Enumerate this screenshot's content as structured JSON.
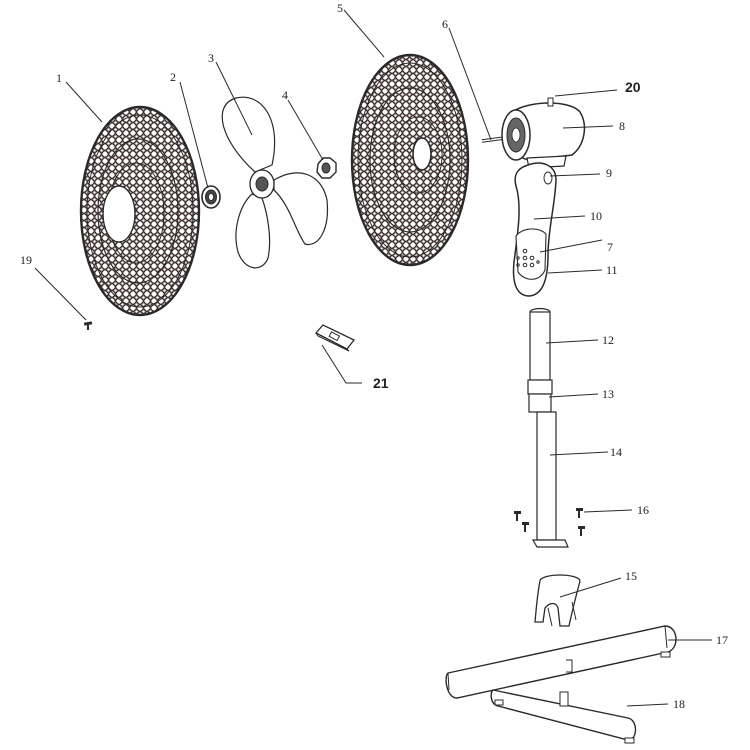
{
  "diagram": {
    "type": "exploded-parts-view",
    "colors": {
      "ink": "#2a2a2a",
      "mesh": "#3a2a2a",
      "paper": "#ffffff"
    },
    "callouts": [
      {
        "id": "1",
        "label": "1"
      },
      {
        "id": "2",
        "label": "2"
      },
      {
        "id": "3",
        "label": "3"
      },
      {
        "id": "4",
        "label": "4"
      },
      {
        "id": "5",
        "label": "5"
      },
      {
        "id": "6",
        "label": "6"
      },
      {
        "id": "7",
        "label": "7"
      },
      {
        "id": "8",
        "label": "8"
      },
      {
        "id": "9",
        "label": "9"
      },
      {
        "id": "10",
        "label": "10"
      },
      {
        "id": "11",
        "label": "11"
      },
      {
        "id": "12",
        "label": "12"
      },
      {
        "id": "13",
        "label": "13"
      },
      {
        "id": "14",
        "label": "14"
      },
      {
        "id": "15",
        "label": "15"
      },
      {
        "id": "16",
        "label": "16"
      },
      {
        "id": "17",
        "label": "17"
      },
      {
        "id": "18",
        "label": "18"
      },
      {
        "id": "19",
        "label": "19"
      },
      {
        "id": "20",
        "label": "20"
      },
      {
        "id": "21",
        "label": "21"
      }
    ]
  }
}
